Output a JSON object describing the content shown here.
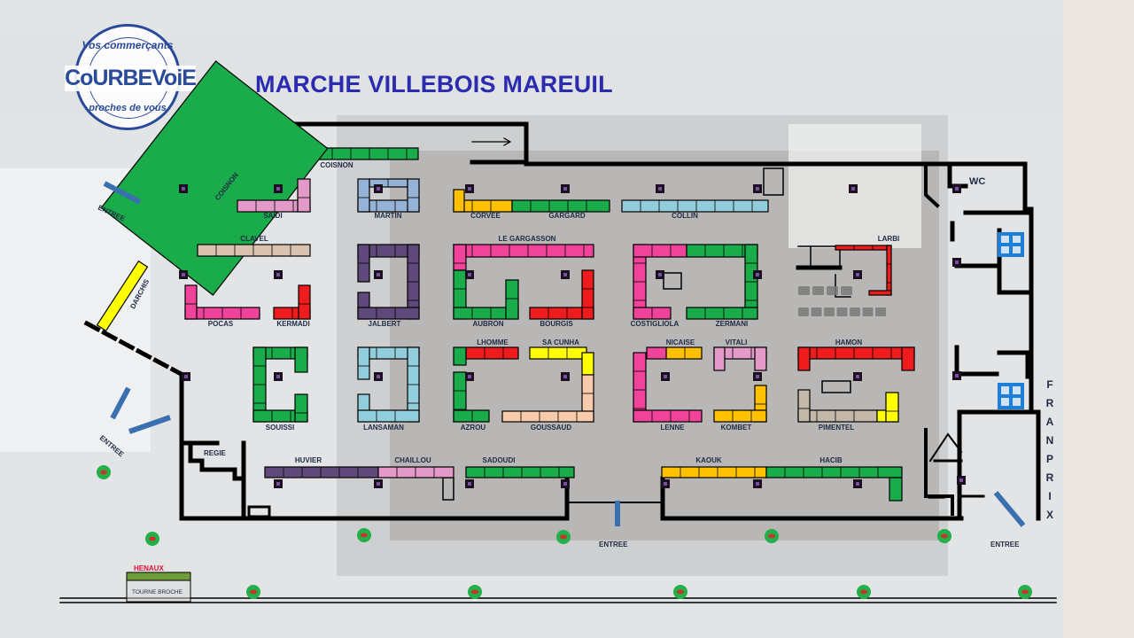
{
  "title": "MARCHE VILLEBOIS MAREUIL",
  "logo": {
    "top": "Vos commerçants",
    "middle": "CoURBEVoiE",
    "bottom": "proches de vous"
  },
  "palette": {
    "green": "#1aab4b",
    "pink": "#f0449a",
    "light_pink": "#e39ac8",
    "red": "#ee1c1c",
    "yellow": "#ffff00",
    "orange": "#ffc000",
    "light_blue": "#92cddc",
    "periwinkle": "#95b3d7",
    "purple": "#5f497a",
    "beige": "#d9c3b0",
    "tan": "#f8cbad",
    "grey": "#c4b8aa",
    "wall": "#000000",
    "arrow": "#3a6fb0",
    "window": "#1e7fd6",
    "plant": "#22b04a",
    "label": "#1f2a44",
    "title": "#2b2bb0"
  },
  "stalls": [
    {
      "name": "COISNON",
      "color": "green"
    },
    {
      "name": "COISNON",
      "color": "green"
    },
    {
      "name": "SAIDI",
      "color": "light_pink"
    },
    {
      "name": "MARTIN",
      "color": "periwinkle"
    },
    {
      "name": "CORVEE",
      "color": "orange"
    },
    {
      "name": "GARGARD",
      "color": "green"
    },
    {
      "name": "COLLIN",
      "color": "light_blue"
    },
    {
      "name": "CLAVEL",
      "color": "beige"
    },
    {
      "name": "POCAS",
      "color": "pink"
    },
    {
      "name": "KERMADI",
      "color": "red"
    },
    {
      "name": "JALBERT",
      "color": "purple"
    },
    {
      "name": "LE GARGASSON",
      "color": "pink"
    },
    {
      "name": "AUBRON",
      "color": "green"
    },
    {
      "name": "BOURGIS",
      "color": "red"
    },
    {
      "name": "COSTIGLIOLA",
      "color": "pink"
    },
    {
      "name": "ZERMANI",
      "color": "green"
    },
    {
      "name": "LARBI",
      "color": "red"
    },
    {
      "name": "LHOMME",
      "color": "red"
    },
    {
      "name": "SA CUNHA",
      "color": "yellow"
    },
    {
      "name": "GOUSSAUD",
      "color": "tan"
    },
    {
      "name": "SOUISSI",
      "color": "green"
    },
    {
      "name": "LANSAMAN",
      "color": "light_blue"
    },
    {
      "name": "AZROU",
      "color": "green"
    },
    {
      "name": "NICAISE",
      "color": "orange"
    },
    {
      "name": "LENNE",
      "color": "pink"
    },
    {
      "name": "VITALI",
      "color": "light_pink"
    },
    {
      "name": "KOMBET",
      "color": "orange"
    },
    {
      "name": "HAMON",
      "color": "red"
    },
    {
      "name": "PIMENTEL",
      "color": "grey"
    },
    {
      "name": "HUVIER",
      "color": "purple"
    },
    {
      "name": "CHAILLOU",
      "color": "light_pink"
    },
    {
      "name": "SADOUDI",
      "color": "green"
    },
    {
      "name": "KAOUK",
      "color": "orange"
    },
    {
      "name": "HACIB",
      "color": "green"
    },
    {
      "name": "DARCHIS",
      "color": "yellow"
    }
  ],
  "labels": {
    "regie": "REGIE",
    "wc": "WC",
    "henaux": "HENAUX",
    "tourne_broche": "TOURNE BROCHE",
    "franprix": "FRANPRIX",
    "entrances": [
      "ENTREE",
      "ENTREE",
      "ENTREE",
      "ENTREE"
    ]
  }
}
